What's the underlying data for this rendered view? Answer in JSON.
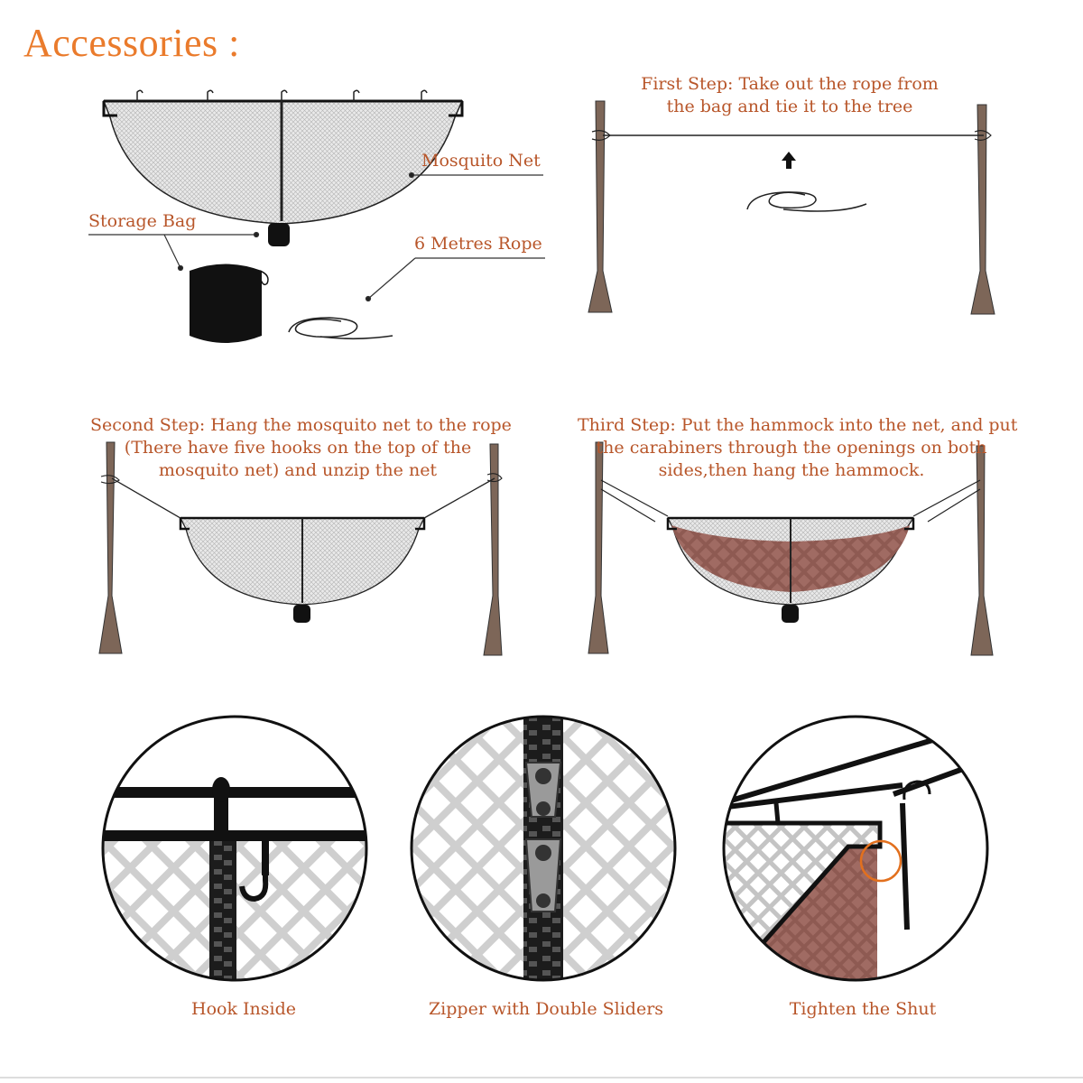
{
  "title": "Accessories :",
  "labels": {
    "mosquito_net": "Mosquito Net",
    "storage_bag": "Storage Bag",
    "rope": "6 Metres Rope"
  },
  "steps": {
    "first": [
      "First Step: Take out the rope from",
      "the bag and tie it to the tree"
    ],
    "second": [
      "Second Step: Hang the mosquito net to the rope",
      "(There have five hooks on the top of the",
      "mosquito net) and unzip the net"
    ],
    "third": [
      "Third Step: Put the hammock into the net, and put",
      "the carabiners through the openings on both",
      "sides,then hang the hammock."
    ]
  },
  "details": {
    "hook": "Hook Inside",
    "zipper": "Zipper with Double Sliders",
    "shut": "Tighten the Shut"
  },
  "colors": {
    "label": "#b8562a",
    "title": "#ea7b2c",
    "tree": "#7d6658",
    "hammock": "#8e5a52",
    "mesh": "#e6e6e6"
  }
}
